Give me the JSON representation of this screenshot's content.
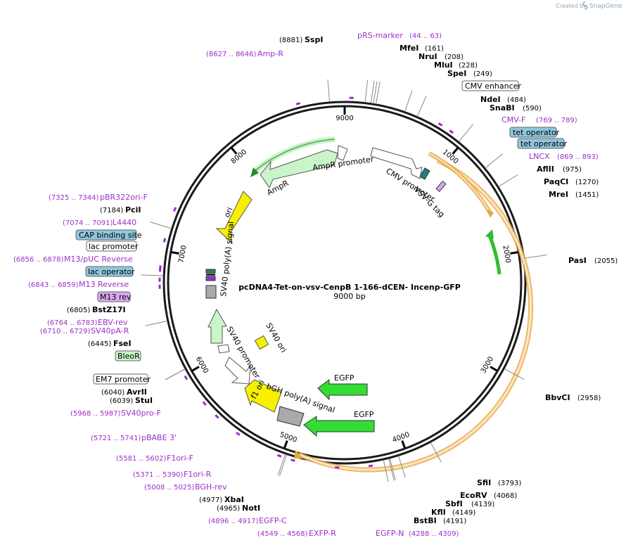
{
  "app": {
    "created_by": "Created by",
    "brand": "SnapGene"
  },
  "plasmid": {
    "name": "pcDNA4-Tet-on-vsv-CenpB 1-166-dCEN- Incenp-GFP",
    "size_label": "9000 bp",
    "length": 9000
  },
  "colors": {
    "primer": "#9b2fc9",
    "backbone": "#1a1a1a",
    "ampr": "#c9f5c9",
    "ori": "#f7f000",
    "egfp": "#33dd33",
    "orf_outline": "#e8a640",
    "orf_fill": "#fbe6c5",
    "operator_box": "#8fc7dd",
    "grey_feature": "#a6aaad",
    "teal": "#2a7a7a",
    "purple_box": "#d9a8f0",
    "green_box": "#c9f5c9"
  },
  "ticks": [
    {
      "bp": 1000,
      "label": "1000"
    },
    {
      "bp": 2000,
      "label": "2000"
    },
    {
      "bp": 3000,
      "label": "3000"
    },
    {
      "bp": 4000,
      "label": "4000"
    },
    {
      "bp": 5000,
      "label": "5000"
    },
    {
      "bp": 6000,
      "label": "6000"
    },
    {
      "bp": 7000,
      "label": "7000"
    },
    {
      "bp": 8000,
      "label": "8000"
    },
    {
      "bp": 9000,
      "label": "9000"
    }
  ],
  "enzymes": [
    {
      "name": "SspI",
      "pos": "(8881)",
      "bp": 8881
    },
    {
      "name": "MfeI",
      "pos": "(161)",
      "bp": 161
    },
    {
      "name": "NruI",
      "pos": "(208)",
      "bp": 208
    },
    {
      "name": "MluI",
      "pos": "(228)",
      "bp": 228
    },
    {
      "name": "SpeI",
      "pos": "(249)",
      "bp": 249
    },
    {
      "name": "NdeI",
      "pos": "(484)",
      "bp": 484
    },
    {
      "name": "SnaBI",
      "pos": "(590)",
      "bp": 590
    },
    {
      "name": "AflII",
      "pos": "(975)",
      "bp": 975
    },
    {
      "name": "PaqCI",
      "pos": "(1270)",
      "bp": 1270
    },
    {
      "name": "MreI",
      "pos": "(1451)",
      "bp": 1451
    },
    {
      "name": "PasI",
      "pos": "(2055)",
      "bp": 2055
    },
    {
      "name": "BbvCI",
      "pos": "(2958)",
      "bp": 2958
    },
    {
      "name": "SfiI",
      "pos": "(3793)",
      "bp": 3793
    },
    {
      "name": "EcoRV",
      "pos": "(4068)",
      "bp": 4068
    },
    {
      "name": "SbfI",
      "pos": "(4139)",
      "bp": 4139
    },
    {
      "name": "KflI",
      "pos": "(4149)",
      "bp": 4149
    },
    {
      "name": "BstBI",
      "pos": "(4191)",
      "bp": 4191
    },
    {
      "name": "XbaI",
      "pos": "(4977)",
      "bp": 4977
    },
    {
      "name": "NotI",
      "pos": "(4965)",
      "bp": 4965
    },
    {
      "name": "AvrII",
      "pos": "(6040)",
      "bp": 6040
    },
    {
      "name": "StuI",
      "pos": "(6039)",
      "bp": 6039
    },
    {
      "name": "FseI",
      "pos": "(6445)",
      "bp": 6445
    },
    {
      "name": "BstZ17I",
      "pos": "(6805)",
      "bp": 6805
    },
    {
      "name": "PciI",
      "pos": "(7184)",
      "bp": 7184
    }
  ],
  "primers": [
    {
      "name": "Amp-R",
      "range": "(8627 .. 8646)",
      "bp": 8636
    },
    {
      "name": "pRS-marker",
      "range": "(44 .. 63)",
      "bp": 53
    },
    {
      "name": "CMV-F",
      "range": "(769 .. 789)",
      "bp": 779
    },
    {
      "name": "LNCX",
      "range": "(869 .. 893)",
      "bp": 881
    },
    {
      "name": "pBR322ori-F",
      "range": "(7325 .. 7344)",
      "bp": 7334
    },
    {
      "name": "L4440",
      "range": "(7074 .. 7091)",
      "bp": 7082
    },
    {
      "name": "M13/pUC Reverse",
      "range": "(6856 .. 6878)",
      "bp": 6867
    },
    {
      "name": "M13 Reverse",
      "range": "(6843 .. 6859)",
      "bp": 6851
    },
    {
      "name": "EBV-rev",
      "range": "(6764 .. 6783)",
      "bp": 6773
    },
    {
      "name": "SV40pA-R",
      "range": "(6710 .. 6729)",
      "bp": 6719
    },
    {
      "name": "SV40pro-F",
      "range": "(5968 .. 5987)",
      "bp": 5977
    },
    {
      "name": "pBABE 3'",
      "range": "(5721 .. 5741)",
      "bp": 5731
    },
    {
      "name": "F1ori-F",
      "range": "(5581 .. 5602)",
      "bp": 5591
    },
    {
      "name": "F1ori-R",
      "range": "(5371 .. 5390)",
      "bp": 5380
    },
    {
      "name": "BGH-rev",
      "range": "(5008 .. 5025)",
      "bp": 5016
    },
    {
      "name": "EGFP-C",
      "range": "(4896 .. 4917)",
      "bp": 4906
    },
    {
      "name": "EXFP-R",
      "range": "(4549 .. 4568)",
      "bp": 4558
    },
    {
      "name": "EGFP-N",
      "range": "(4288 .. 4309)",
      "bp": 4298
    }
  ],
  "boxed_features": [
    {
      "name": "CMV enhancer",
      "style": "white"
    },
    {
      "name": "tet operator",
      "style": "blue"
    },
    {
      "name": "tet operator",
      "style": "blue"
    },
    {
      "name": "CAP binding site",
      "style": "blue"
    },
    {
      "name": "lac promoter",
      "style": "white"
    },
    {
      "name": "lac operator",
      "style": "blue"
    },
    {
      "name": "M13 rev",
      "style": "purple"
    },
    {
      "name": "BleoR",
      "style": "green"
    },
    {
      "name": "EM7 promoter",
      "style": "white"
    }
  ],
  "inner_labels": {
    "ampr_promoter": "AmpR promoter",
    "ampr": "AmpR",
    "ori": "ori",
    "sv40_polya": "SV40 poly(A) signal",
    "cmv_promoter": "CMV promoter",
    "vsvg_tag": "VSV-G tag",
    "sv40_ori": "SV40 ori",
    "sv40_promoter": "SV40 promoter",
    "f1_ori": "f1 ori",
    "bgh_polya": "bGH poly(A) signal",
    "egfp_1": "EGFP",
    "egfp_2": "EGFP"
  }
}
